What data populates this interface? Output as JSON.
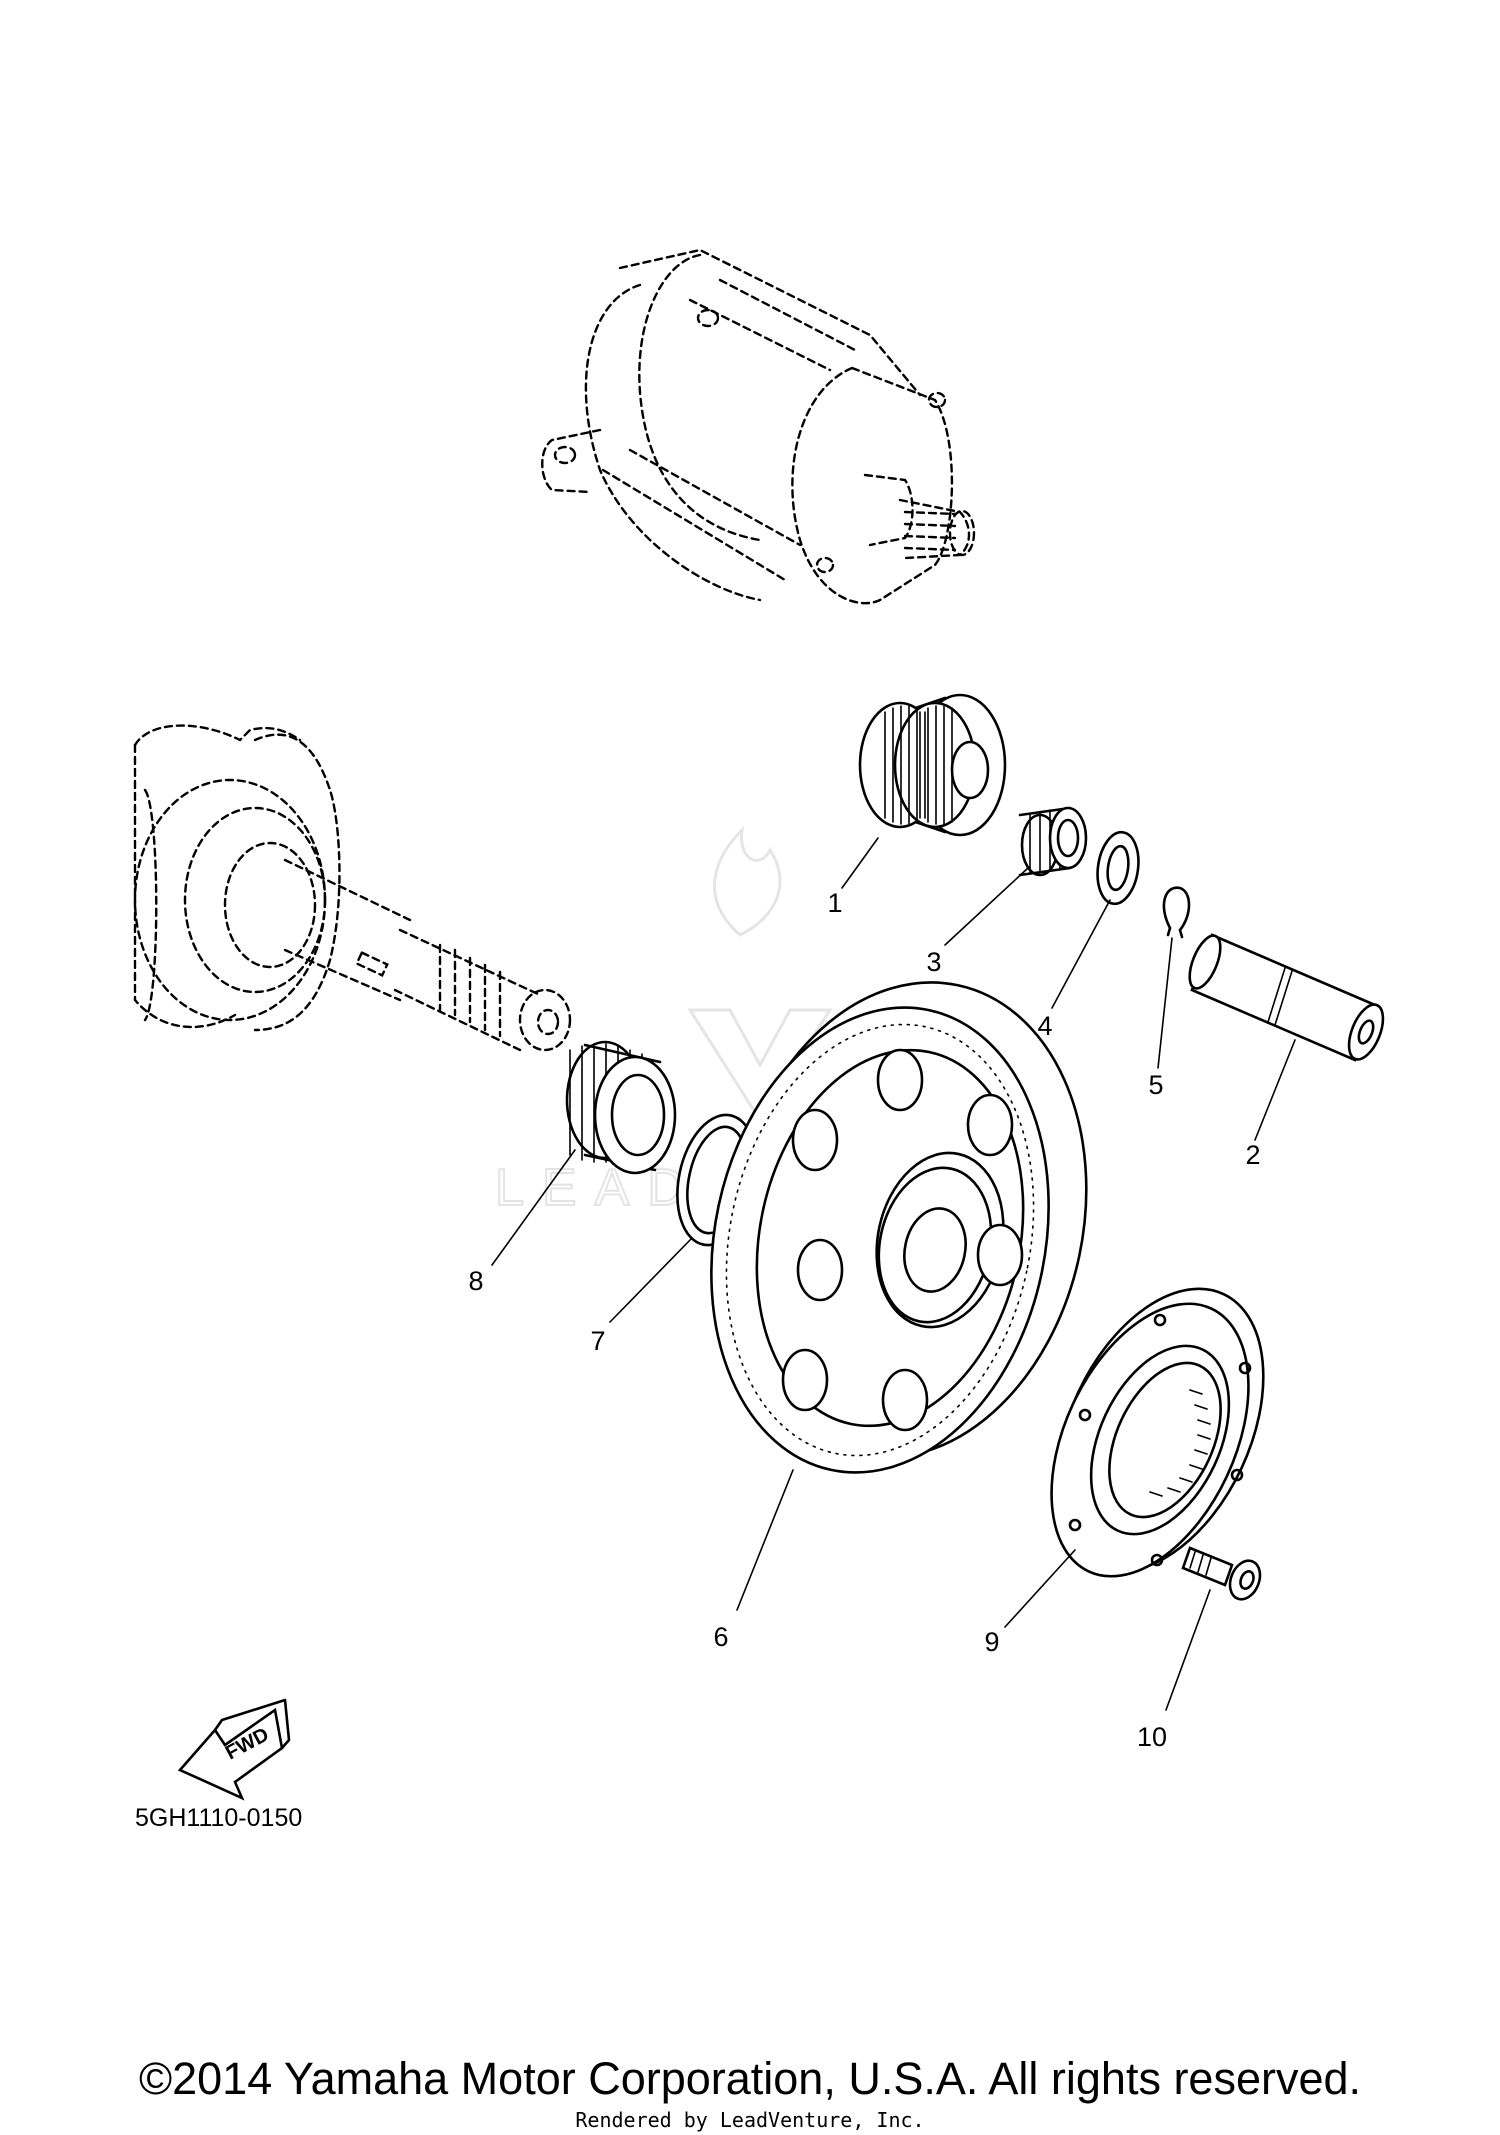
{
  "diagram": {
    "parts": [
      {
        "number": "1"
      },
      {
        "number": "2"
      },
      {
        "number": "3"
      },
      {
        "number": "4"
      },
      {
        "number": "5"
      },
      {
        "number": "6"
      },
      {
        "number": "7"
      },
      {
        "number": "8"
      },
      {
        "number": "9"
      },
      {
        "number": "10"
      }
    ],
    "code": "5GH1110-0150",
    "fwd_label": "FWD",
    "watermark": "LEADVENTURE"
  },
  "footer": {
    "copyright": "©2014 Yamaha Motor Corporation, U.S.A. All rights reserved.",
    "rendered_by": "Rendered by LeadVenture, Inc."
  }
}
